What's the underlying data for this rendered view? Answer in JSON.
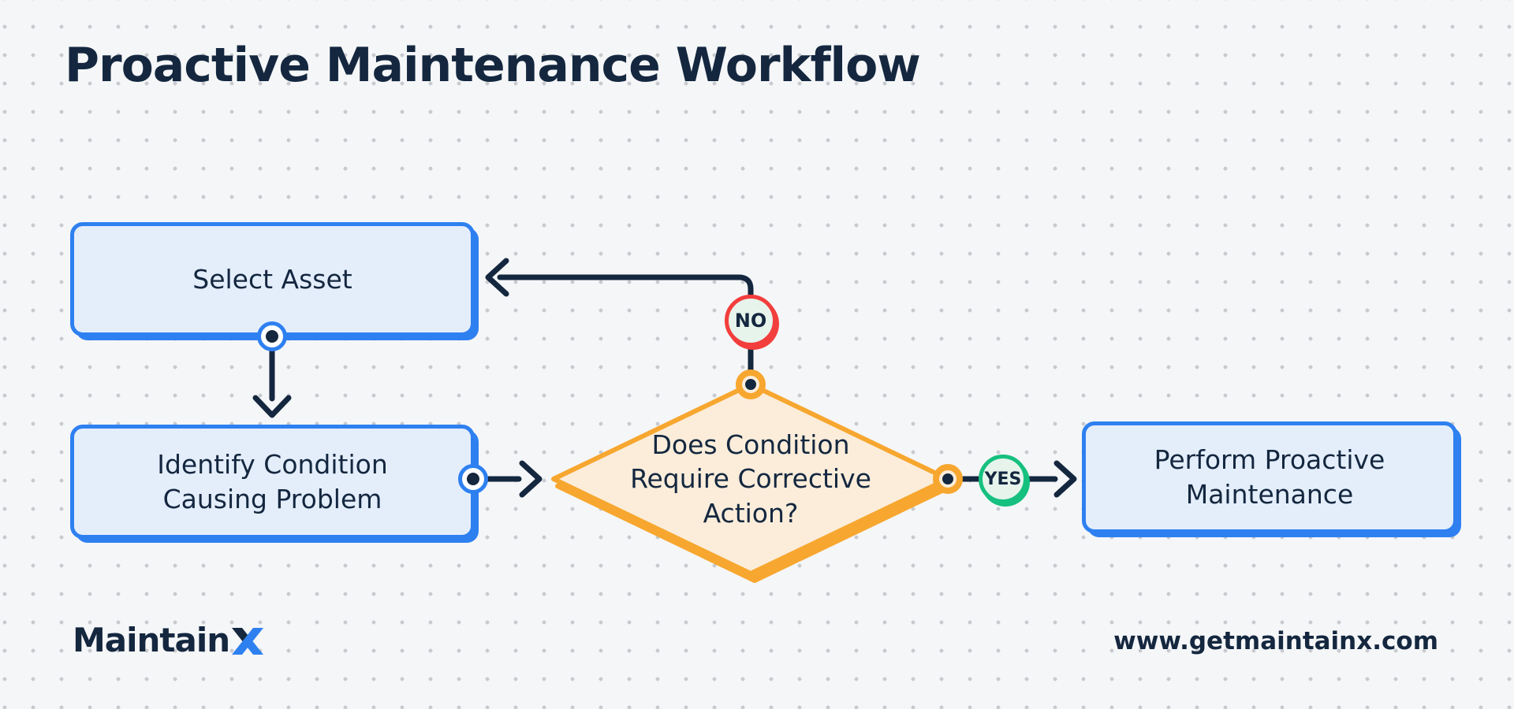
{
  "title": "Proactive Maintenance Workflow",
  "flow": {
    "nodes": {
      "select_asset": {
        "label": "Select Asset"
      },
      "identify_condition": {
        "label": "Identify Condition\nCausing Problem"
      },
      "decision": {
        "label": "Does Condition\nRequire Corrective\nAction?"
      },
      "perform_maintenance": {
        "label": "Perform Proactive\nMaintenance"
      }
    },
    "edges": {
      "yes_label": "YES",
      "no_label": "NO"
    }
  },
  "footer": {
    "brand_text": "Maintain",
    "website": "www.getmaintainx.com"
  },
  "colors": {
    "background": "#F5F6F8",
    "dot_grid": "#C8CACF",
    "navy": "#14273F",
    "accent_blue": "#2E80F0",
    "node_fill": "#E4EEFB",
    "orange": "#F7A72F",
    "diamond_fill": "#FBEDDA",
    "no_red": "#F23E3C",
    "yes_green": "#16C07F",
    "badge_mint": "#E6F4EC"
  }
}
